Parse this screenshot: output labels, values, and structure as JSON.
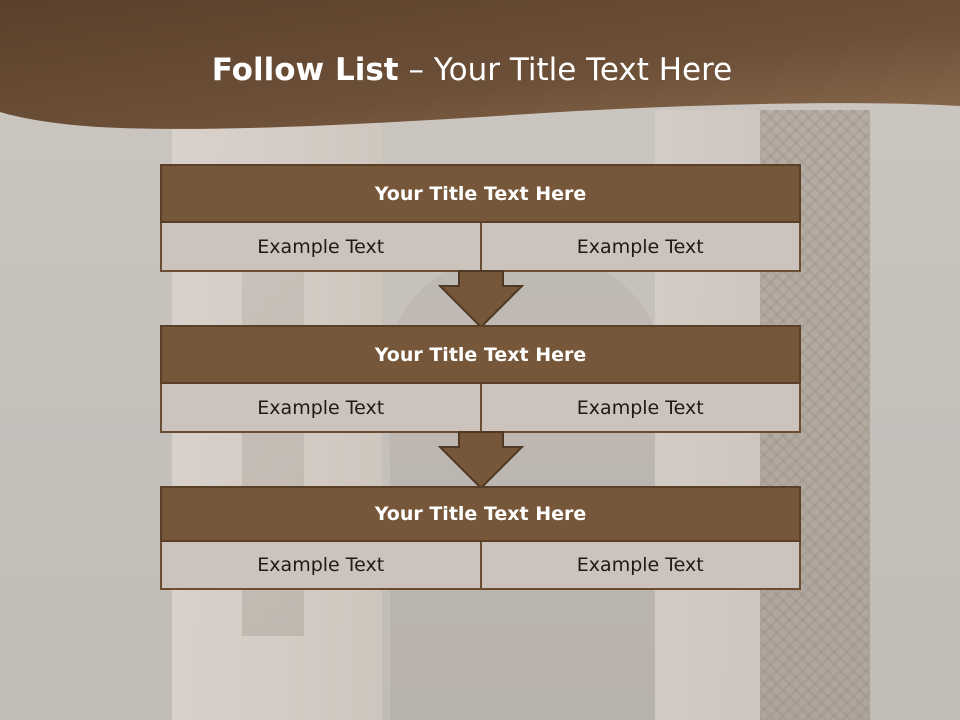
{
  "slide": {
    "title_bold": "Follow List",
    "title_rest": "– Your Title Text Here"
  },
  "colors": {
    "header_dark": "#5b402b",
    "header_light": "#8b6c4f",
    "block_title_bg": "#765739",
    "block_cell_bg": "#cbc3bc",
    "arrow_fill": "#765739"
  },
  "blocks": [
    {
      "title": "Your Title Text Here",
      "cells": [
        "Example Text",
        "Example Text"
      ]
    },
    {
      "title": "Your Title Text Here",
      "cells": [
        "Example Text",
        "Example Text"
      ]
    },
    {
      "title": "Your Title Text Here",
      "cells": [
        "Example Text",
        "Example Text"
      ]
    }
  ]
}
